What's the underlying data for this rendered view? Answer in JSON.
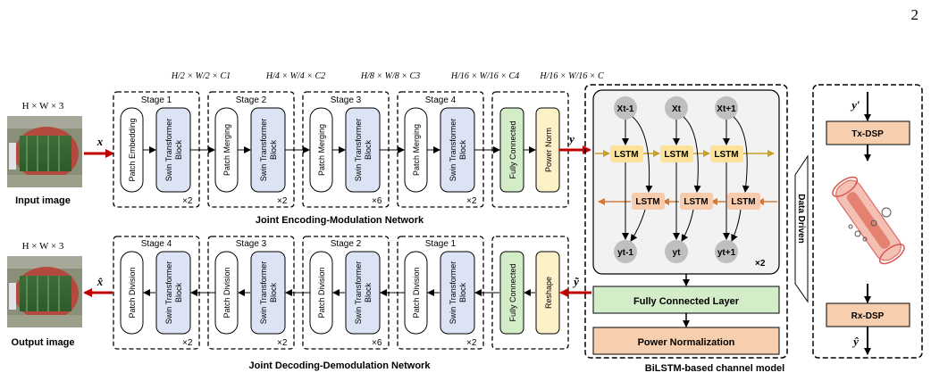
{
  "page_number": "2",
  "colors": {
    "blue_block": "#dce3f5",
    "green_block": "#d4edc9",
    "yellow_block": "#fdf1c8",
    "orange_block": "#f8cfae",
    "lstm_yellow": "#fde39a",
    "lstm_orange": "#f8cbad",
    "red_arrow": "#c00000",
    "gray_node": "#bfbfbf",
    "gold_line": "#c9a227",
    "orange_line": "#d07a3a"
  },
  "input": {
    "dim_label": "H × W × 3",
    "caption": "Input image",
    "signal": "x"
  },
  "output": {
    "dim_label": "H × W × 3",
    "caption": "Output image",
    "signal": "x̂"
  },
  "encoder": {
    "title": "Joint Encoding-Modulation Network",
    "stages": [
      {
        "label": "Stage 1",
        "first": "Patch Embedding",
        "second": "Swin Transformer Block",
        "repeat": "×2",
        "dim": "H/2 × W/2 × C1"
      },
      {
        "label": "Stage 2",
        "first": "Patch Merging",
        "second": "Swin Transformer Block",
        "repeat": "×2",
        "dim": "H/4 × W/4 × C2"
      },
      {
        "label": "Stage 3",
        "first": "Patch Merging",
        "second": "Swin Transformer Block",
        "repeat": "×6",
        "dim": "H/8 × W/8 × C3"
      },
      {
        "label": "Stage 4",
        "first": "Patch Merging",
        "second": "Swin Transformer Block",
        "repeat": "×2",
        "dim": "H/16 × W/16 × C4"
      }
    ],
    "fc": "Fully Connected",
    "norm": "Power Norm",
    "norm_dim": "H/16 × W/16 × C",
    "out_signal": "y"
  },
  "decoder": {
    "title": "Joint Decoding-Demodulation Network",
    "stages": [
      {
        "label": "Stage 4",
        "first": "Patch Division",
        "second": "Swin Transformer Block",
        "repeat": "×2"
      },
      {
        "label": "Stage 3",
        "first": "Patch Division",
        "second": "Swin Transformer Block",
        "repeat": "×2"
      },
      {
        "label": "Stage 2",
        "first": "Patch Division",
        "second": "Swin Transformer Block",
        "repeat": "×6"
      },
      {
        "label": "Stage 1",
        "first": "Patch Division",
        "second": "Swin Transformer Block",
        "repeat": "×2"
      }
    ],
    "fc": "Fully Connected",
    "reshape": "Reshape",
    "in_signal": "ỹ"
  },
  "channel": {
    "title": "BiLSTM-based channel model",
    "inputs": [
      "Xt-1",
      "Xt",
      "Xt+1"
    ],
    "outputs": [
      "yt-1",
      "yt",
      "yt+1"
    ],
    "lstm_label": "LSTM",
    "repeat": "×2",
    "fc_layer": "Fully Connected Layer",
    "power_norm": "Power Normalization",
    "data_driven": "Data Driven"
  },
  "physical": {
    "top_signal": "y′",
    "tx": "Tx-DSP",
    "rx": "Rx-DSP",
    "bottom_signal": "ŷ"
  }
}
